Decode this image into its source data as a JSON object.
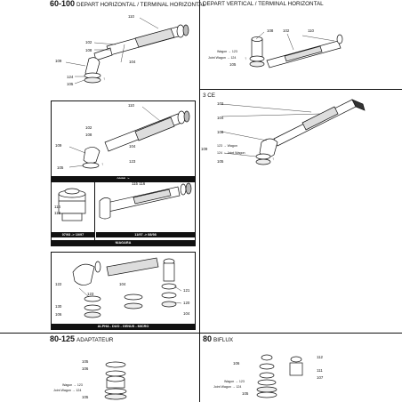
{
  "sections": {
    "s60_100": {
      "code": "60-100",
      "text": "DEPART HORIZONTAL / TERMINAL HORIZONTAL"
    },
    "vertical": {
      "text": "DEPART VERTICAL / TERMINAL HORIZONTAL"
    },
    "ce3": {
      "text": "3 CE"
    },
    "s80_125": {
      "code": "80-125",
      "text": "ADAPTATEUR"
    },
    "s80_biflux": {
      "code": "80",
      "text": "BIFLUX"
    }
  },
  "captions": {
    "box_a": "09/98 ->",
    "box_b_left": "07/93 -> 10/97",
    "box_b_right": "11/97 -> 08/98",
    "box_b_bar": "NIAGARA",
    "box_c": "ALPHA - DUO - GENUS - MICRO"
  },
  "labels": {
    "p1": {
      "n110": "110",
      "n102": "102",
      "n108": "108",
      "n109": "109",
      "n104": "104",
      "n124": "124",
      "n105": "105",
      "arrow": "↑"
    },
    "p2": {
      "n108": "108",
      "n102": "102",
      "n110": "110",
      "wagon_a": "Wagon",
      "n123": "123",
      "joint_wagon": "Joint Wagon",
      "n124": "124",
      "n105": "105",
      "arrow": "↑"
    },
    "p3": {
      "n102": "102",
      "n104": "104",
      "n108": "108",
      "n109": "109",
      "n123": "123",
      "wagon": "Wagon",
      "n124": "124",
      "joint_wagon": "Joint Wagon",
      "n105": "105",
      "arrow": "↑"
    },
    "p4": {
      "n110": "110",
      "n102": "102",
      "n108": "108",
      "n109": "109",
      "n104": "104",
      "n123": "123",
      "n105": "105",
      "arrow": "↑"
    },
    "p5": {
      "n115": "115",
      "n116": "116",
      "n114": "114",
      "n113": "113"
    },
    "p6": {
      "n122": "122",
      "n104": "104",
      "n123": "123",
      "n130": "130",
      "n106": "106",
      "n121": "121",
      "n120": "120",
      "n104b": "104"
    },
    "p7": {
      "n105": "105",
      "n106": "106",
      "wagon": "Wagon",
      "n123": "123",
      "joint_wagon": "Joint Wagon",
      "n124": "124",
      "n105b": "105"
    },
    "p8": {
      "n106": "106",
      "n112": "112",
      "n111": "111",
      "n107": "107",
      "wagon": "Wagon",
      "n123": "123",
      "joint_wagon": "Joint Wagon",
      "n124": "124",
      "n105": "105"
    }
  }
}
